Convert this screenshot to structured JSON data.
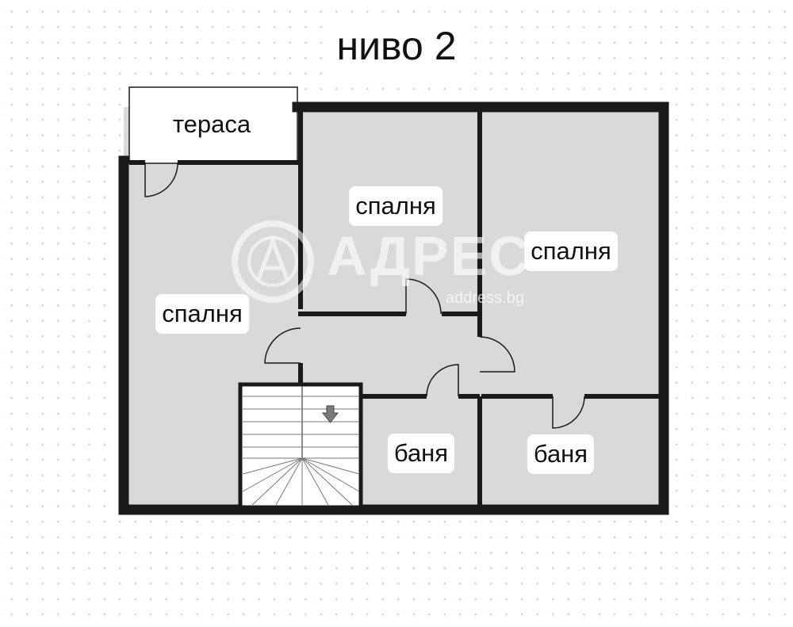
{
  "title": "ниво 2",
  "rooms": {
    "terrace": "тераса",
    "bedroom_top": "спалня",
    "bedroom_right": "спалня",
    "bedroom_left": "спалня",
    "bathroom_middle": "баня",
    "bathroom_right": "баня"
  },
  "watermark": {
    "brand": "АДРЕС",
    "sub": "address.bg"
  },
  "colors": {
    "wall": "#1a1a1a",
    "floor": "#d9d9d9",
    "stairs": "#ffffff",
    "background_dots": "#c6d6e6"
  },
  "icons": [
    "stair-direction-arrow-icon",
    "logo-circle-a-icon"
  ]
}
